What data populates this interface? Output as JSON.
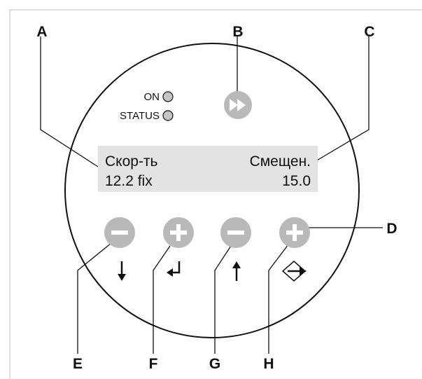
{
  "indicators": {
    "on_label": "ON",
    "status_label": "STATUS"
  },
  "display": {
    "line1_left": "Скор-ть",
    "line1_right": "Смещен.",
    "line2_left": "12.2 fix",
    "line2_right": "15.0"
  },
  "callouts": {
    "a": "A",
    "b": "B",
    "c": "C",
    "d": "D",
    "e": "E",
    "f": "F",
    "g": "G",
    "h": "H"
  },
  "colors": {
    "button_fill": "#b9b9b9",
    "display_bg": "#e3e3e3",
    "indicator_fill": "#c4c4c4",
    "outline": "#111111",
    "frame": "#bdbdbd"
  },
  "icons": {
    "fast_forward_button": "fast-forward-icon",
    "minus_buttons": "minus-icon",
    "plus_buttons": "plus-icon",
    "e_arrow": "arrow-down-icon",
    "f_arrow": "enter-return-icon",
    "g_arrow": "arrow-up-icon",
    "h_arrow": "diamond-exit-icon"
  }
}
